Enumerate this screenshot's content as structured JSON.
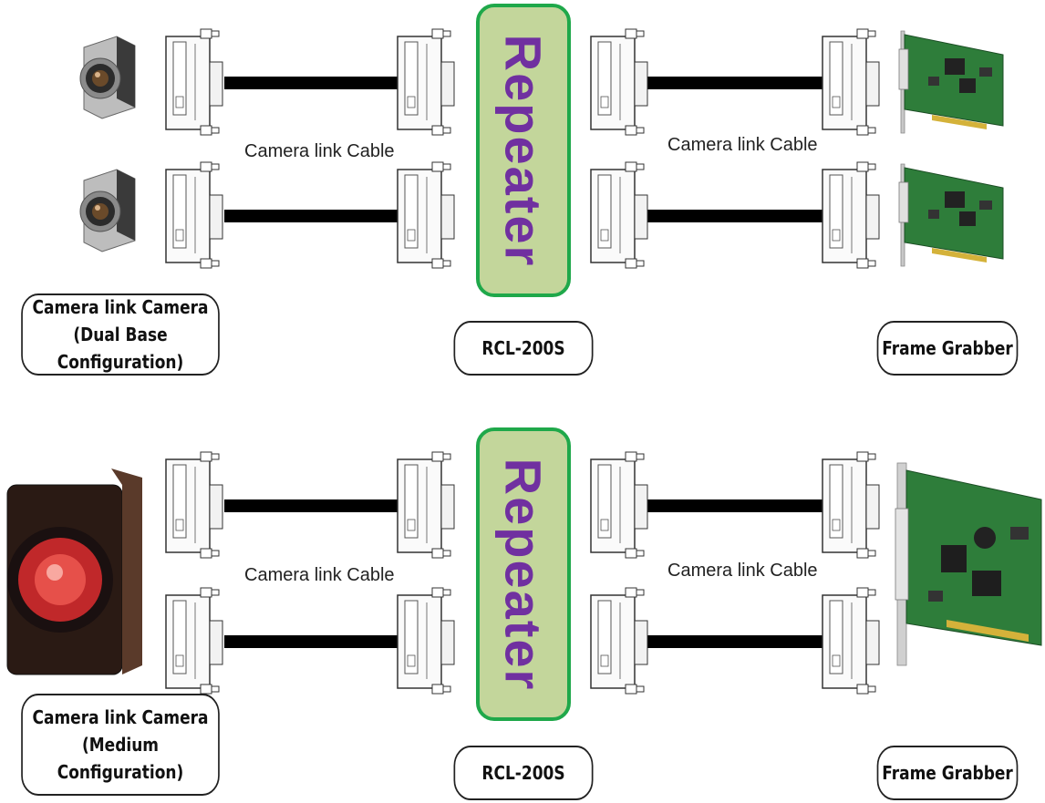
{
  "rows": [
    {
      "cable_caption_left": "Camera link Cable",
      "cable_caption_right": "Camera link Cable",
      "camera_label_line1": "Camera link Camera",
      "camera_label_line2": "(Dual Base Configuration)",
      "repeater_text": "Repeater",
      "repeater_model": "RCL-200S",
      "grabber_label": "Frame Grabber"
    },
    {
      "cable_caption_left": "Camera link Cable",
      "cable_caption_right": "Camera link Cable",
      "camera_label_line1": "Camera link Camera",
      "camera_label_line2": "(Medium Configuration)",
      "repeater_text": "Repeater",
      "repeater_model": "RCL-200S",
      "grabber_label": "Frame Grabber"
    }
  ],
  "colors": {
    "repeater_fill": "#c3d69b",
    "repeater_border": "#1fa84a",
    "repeater_text": "#7030a0",
    "cable": "#000000",
    "pcb": "#2e7d3a"
  },
  "icons": [
    "camera-icon",
    "connector-icon",
    "frame-grabber-card-icon"
  ]
}
